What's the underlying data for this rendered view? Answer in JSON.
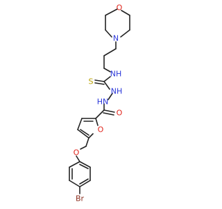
{
  "molecule": {
    "labels": {
      "morpholine_o": "O",
      "morpholine_n": "N",
      "thioamide_nh": "NH",
      "thione_s": "S",
      "hydrazine_nh_1": "NH",
      "hydrazine_nh_2": "HN",
      "carbonyl_o": "O",
      "furan_o": "O",
      "ether_o": "O",
      "bromo": "Br"
    },
    "colors": {
      "bond": "#222222",
      "nitrogen": "#2a36d9",
      "oxygen": "#e0241b",
      "sulfur": "#b8a000",
      "bromine": "#8b2d1e"
    }
  }
}
